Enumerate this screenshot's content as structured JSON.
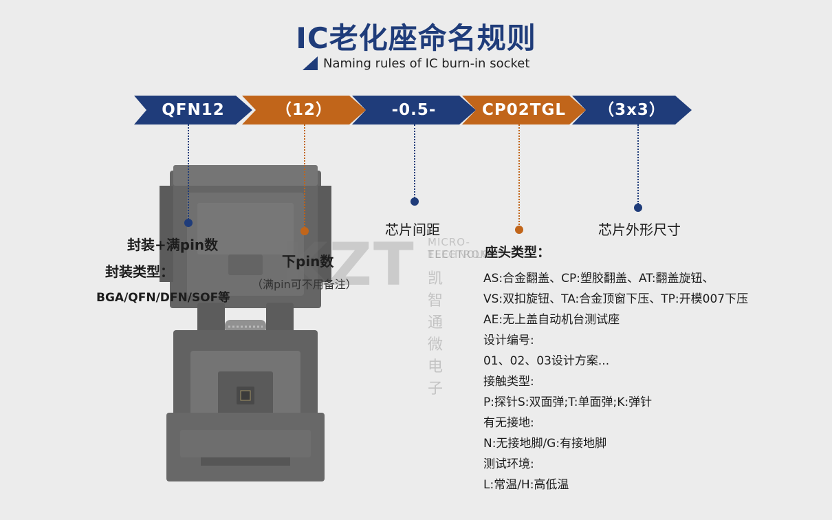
{
  "title": "IC老化座命名规则",
  "subtitle": "Naming rules of IC burn-in socket",
  "colors": {
    "blue": "#1f3c7a",
    "orange": "#c1651a",
    "background": "#ececec"
  },
  "segments": [
    {
      "label": "QFN12",
      "color": "#1f3c7a"
    },
    {
      "label": "（12）",
      "color": "#c1651a"
    },
    {
      "label": "-0.5-",
      "color": "#1f3c7a"
    },
    {
      "label": "CP02TGL",
      "color": "#c1651a"
    },
    {
      "label": "（3x3）",
      "color": "#1f3c7a"
    }
  ],
  "annotations": {
    "package": {
      "heading": "封装+满pin数",
      "type_label": "封装类型：",
      "type_values": "BGA/QFN/DFN/SOF等"
    },
    "pin": {
      "heading": "下pin数",
      "note": "（满pin可不用备注）"
    },
    "pitch": {
      "heading": "芯片间距"
    },
    "size": {
      "heading": "芯片外形尺寸"
    },
    "socket": {
      "heading": "座头类型：",
      "lines": [
        "AS:合金翻盖、CP:塑胶翻盖、AT:翻盖旋钮、",
        "VS:双扣旋钮、TA:合金顶窗下压、TP:开模007下压",
        "AE:无上盖自动机台测试座",
        "设计编号:",
        "01、02、03设计方案...",
        "接触类型:",
        "P:探针S:双面弹;T:单面弹;K:弹针",
        "有无接地:",
        "N:无接地脚/G:有接地脚",
        "测试环境:",
        "L:常温/H:高低温"
      ]
    }
  },
  "watermark": {
    "logo": "KZT",
    "en_line1": "MICRO-ELECTRONIC",
    "en_line2": "TECHNOLOGY",
    "cn": "凯智通微电子"
  },
  "icons": {
    "subtitle_marker": "triangle-icon",
    "photo": "ic-socket-photo"
  }
}
